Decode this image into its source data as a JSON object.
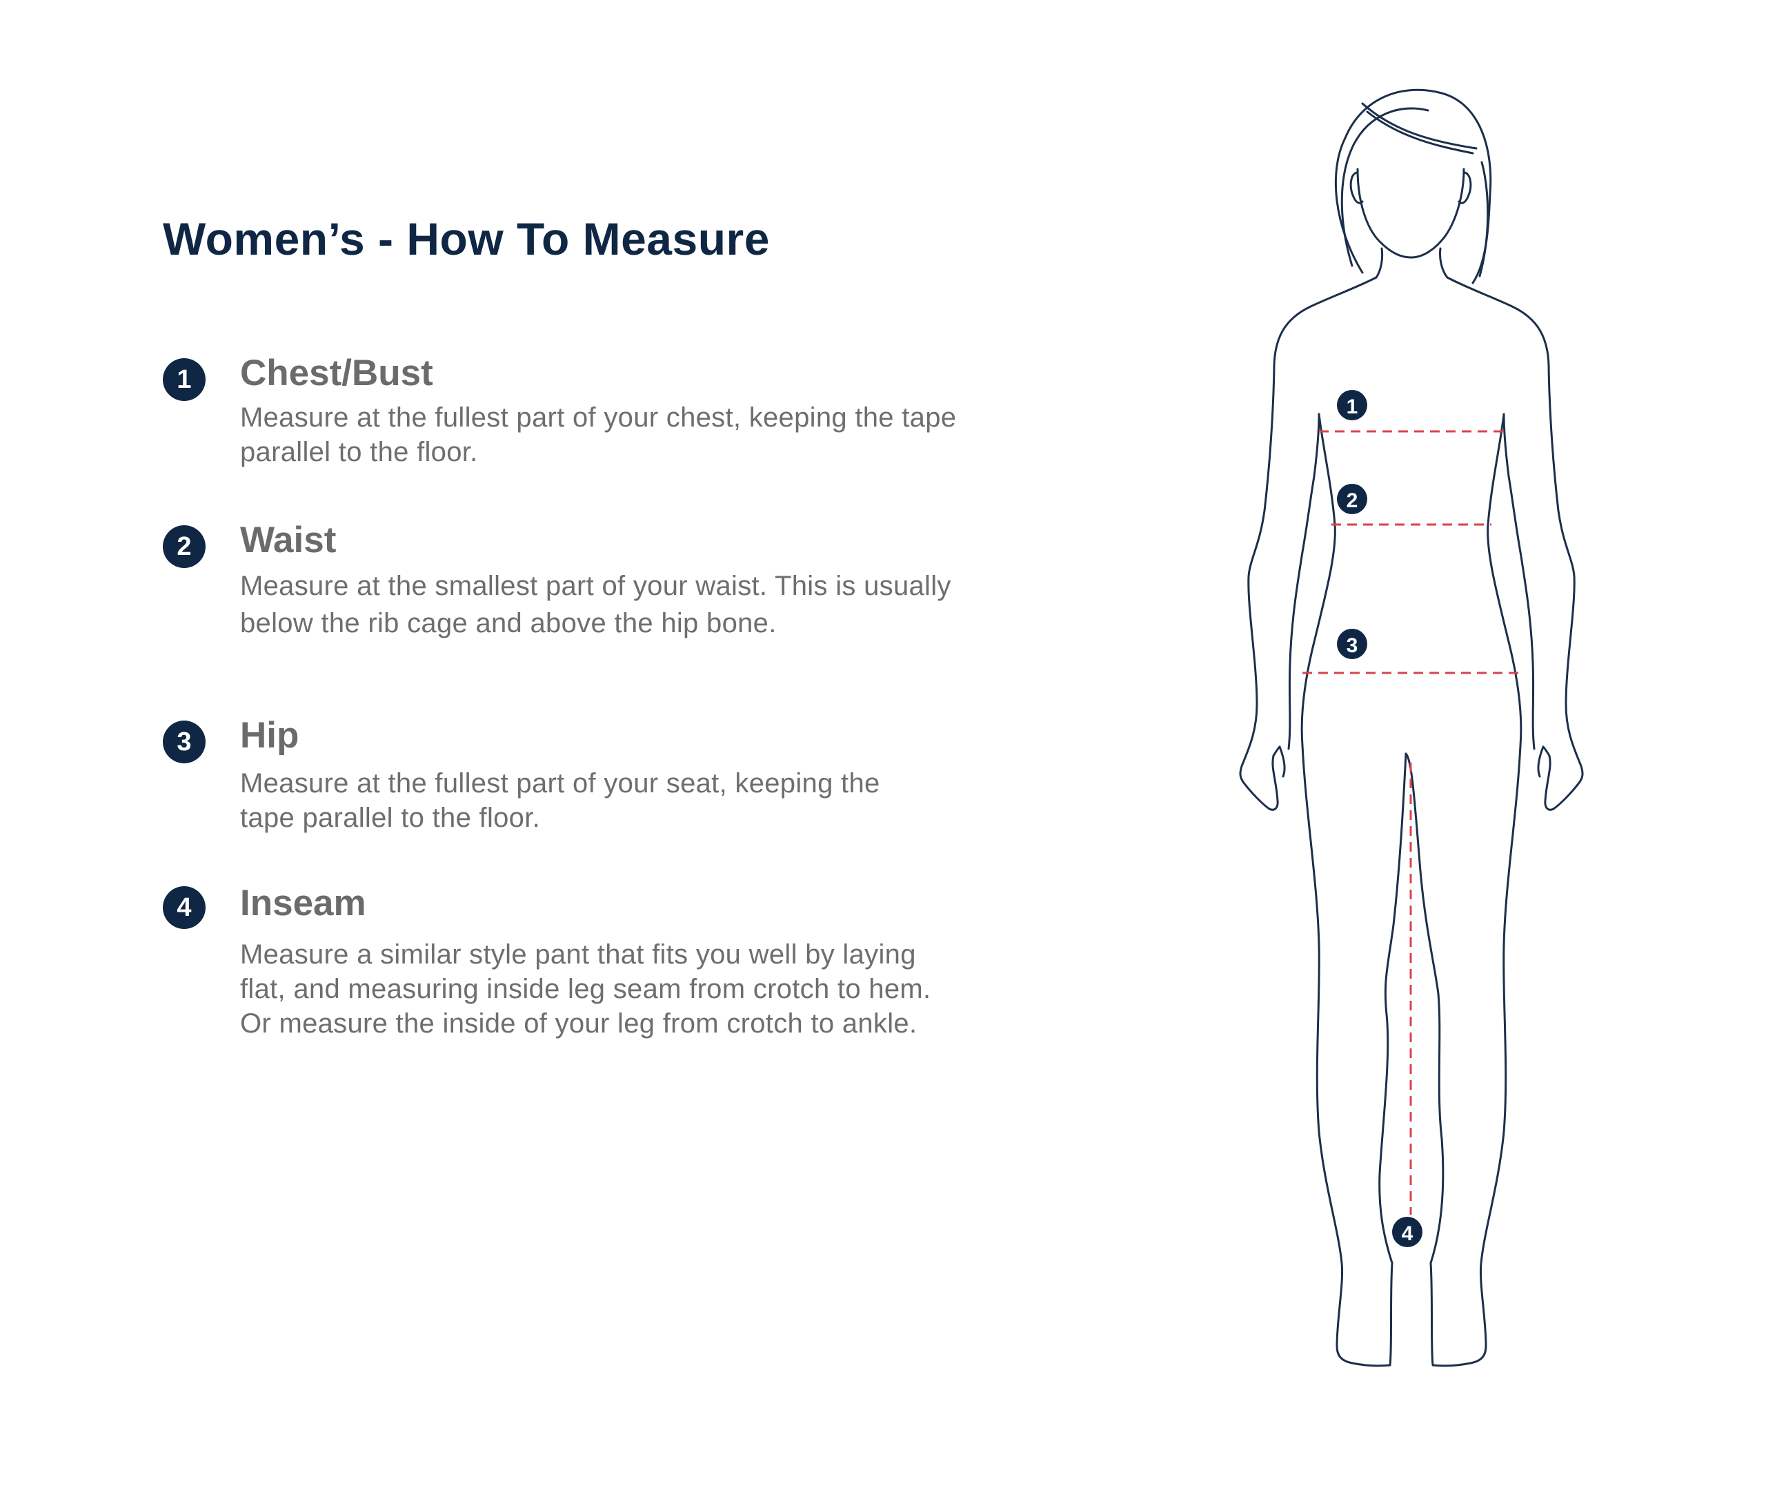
{
  "page": {
    "title": "Women’s - How To Measure"
  },
  "items": [
    {
      "number": "1",
      "heading": "Chest/Bust",
      "lines": [
        "Measure at the fullest part of your chest, keeping the tape",
        "parallel to the floor."
      ]
    },
    {
      "number": "2",
      "heading": "Waist",
      "lines": [
        "Measure at the smallest part of your waist. This is usually",
        "below the rib cage and above the hip bone."
      ]
    },
    {
      "number": "3",
      "heading": "Hip",
      "lines": [
        "Measure at the fullest part of your seat, keeping the",
        "tape parallel to the floor."
      ]
    },
    {
      "number": "4",
      "heading": "Inseam",
      "lines": [
        "Measure a similar style pant that fits you well by laying",
        "flat, and measuring inside leg seam from crotch to hem.",
        "Or measure the inside of your leg from crotch to ankle."
      ]
    }
  ],
  "figure": {
    "markers": [
      "1",
      "2",
      "3",
      "4"
    ],
    "icon": "woman-silhouette-icon"
  },
  "colors": {
    "navy": "#0f2744",
    "gray_heading": "#6b6b6b",
    "gray_text": "#6e6e6e",
    "measure_line": "#d9434e",
    "outline": "#1c2f4a"
  }
}
